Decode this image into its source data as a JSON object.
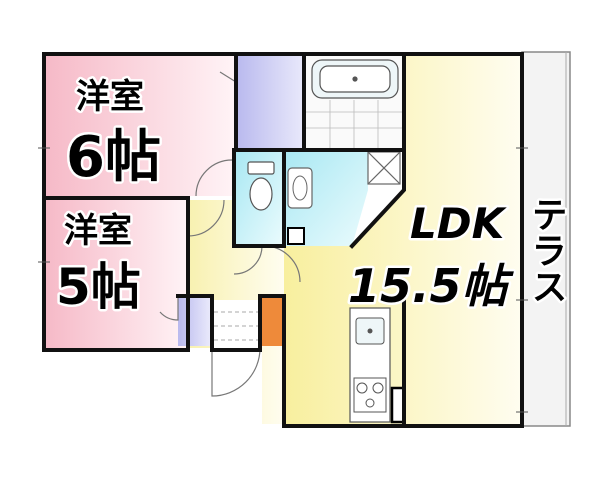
{
  "rooms": {
    "western_room_a": {
      "name": "洋室",
      "size": "6帖"
    },
    "western_room_b": {
      "name": "洋室",
      "size": "5帖"
    },
    "ldk": {
      "name": "LDK",
      "size": "15.5帖"
    },
    "terrace": {
      "name": "テラス"
    }
  },
  "colors": {
    "bedroom_fill": "#f9d3dc",
    "ldk_fill": "#fbf4c2",
    "hall_fill": "#fbf7cf",
    "bath_fill": "#c8f0f7",
    "storage_fill": "#c9c9f1",
    "terrace_fill": "#f2f2f2",
    "shoe_box_fill": "#ee8a3a",
    "wall": "#111111"
  }
}
